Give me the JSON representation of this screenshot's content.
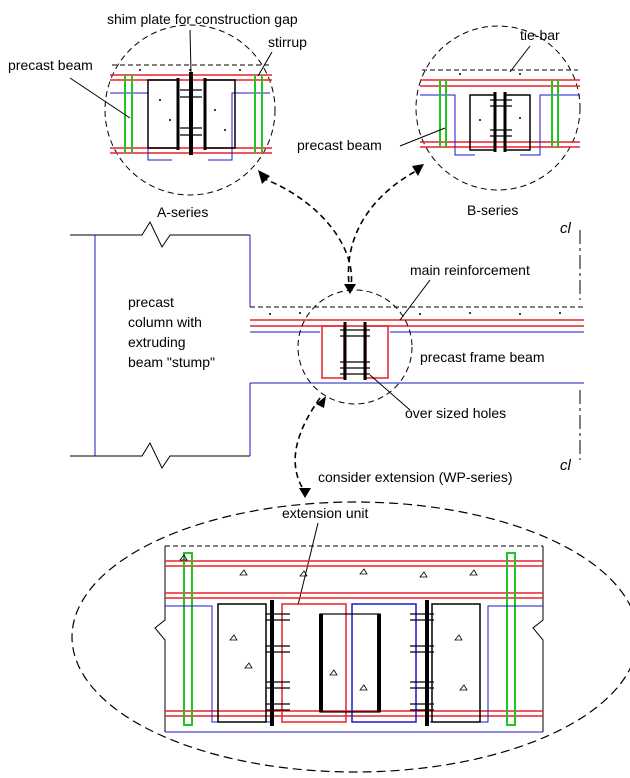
{
  "labels": {
    "shim_plate": "shim plate for construction gap",
    "stirrup": "stirrup",
    "precast_beam_a": "precast beam",
    "tie_bar": "tie-bar",
    "precast_beam_b": "precast beam",
    "a_series": "A-series",
    "b_series": "B-series",
    "cl_top": "cl",
    "main_reinforcement": "main reinforcement",
    "column_1": "precast",
    "column_2": "column with",
    "column_3": "extruding",
    "column_4": "beam \"stump\"",
    "precast_frame_beam": "precast frame beam",
    "over_sized_holes": "over sized holes",
    "cl_bottom": "cl",
    "consider_extension": "consider extension (WP-series)",
    "extension_unit": "extension unit"
  },
  "colors": {
    "concrete": "#000000",
    "reinforcement": "#e8202a",
    "stirrup": "#22c422",
    "steel_member": "#1a1acc",
    "background": "#ffffff"
  }
}
